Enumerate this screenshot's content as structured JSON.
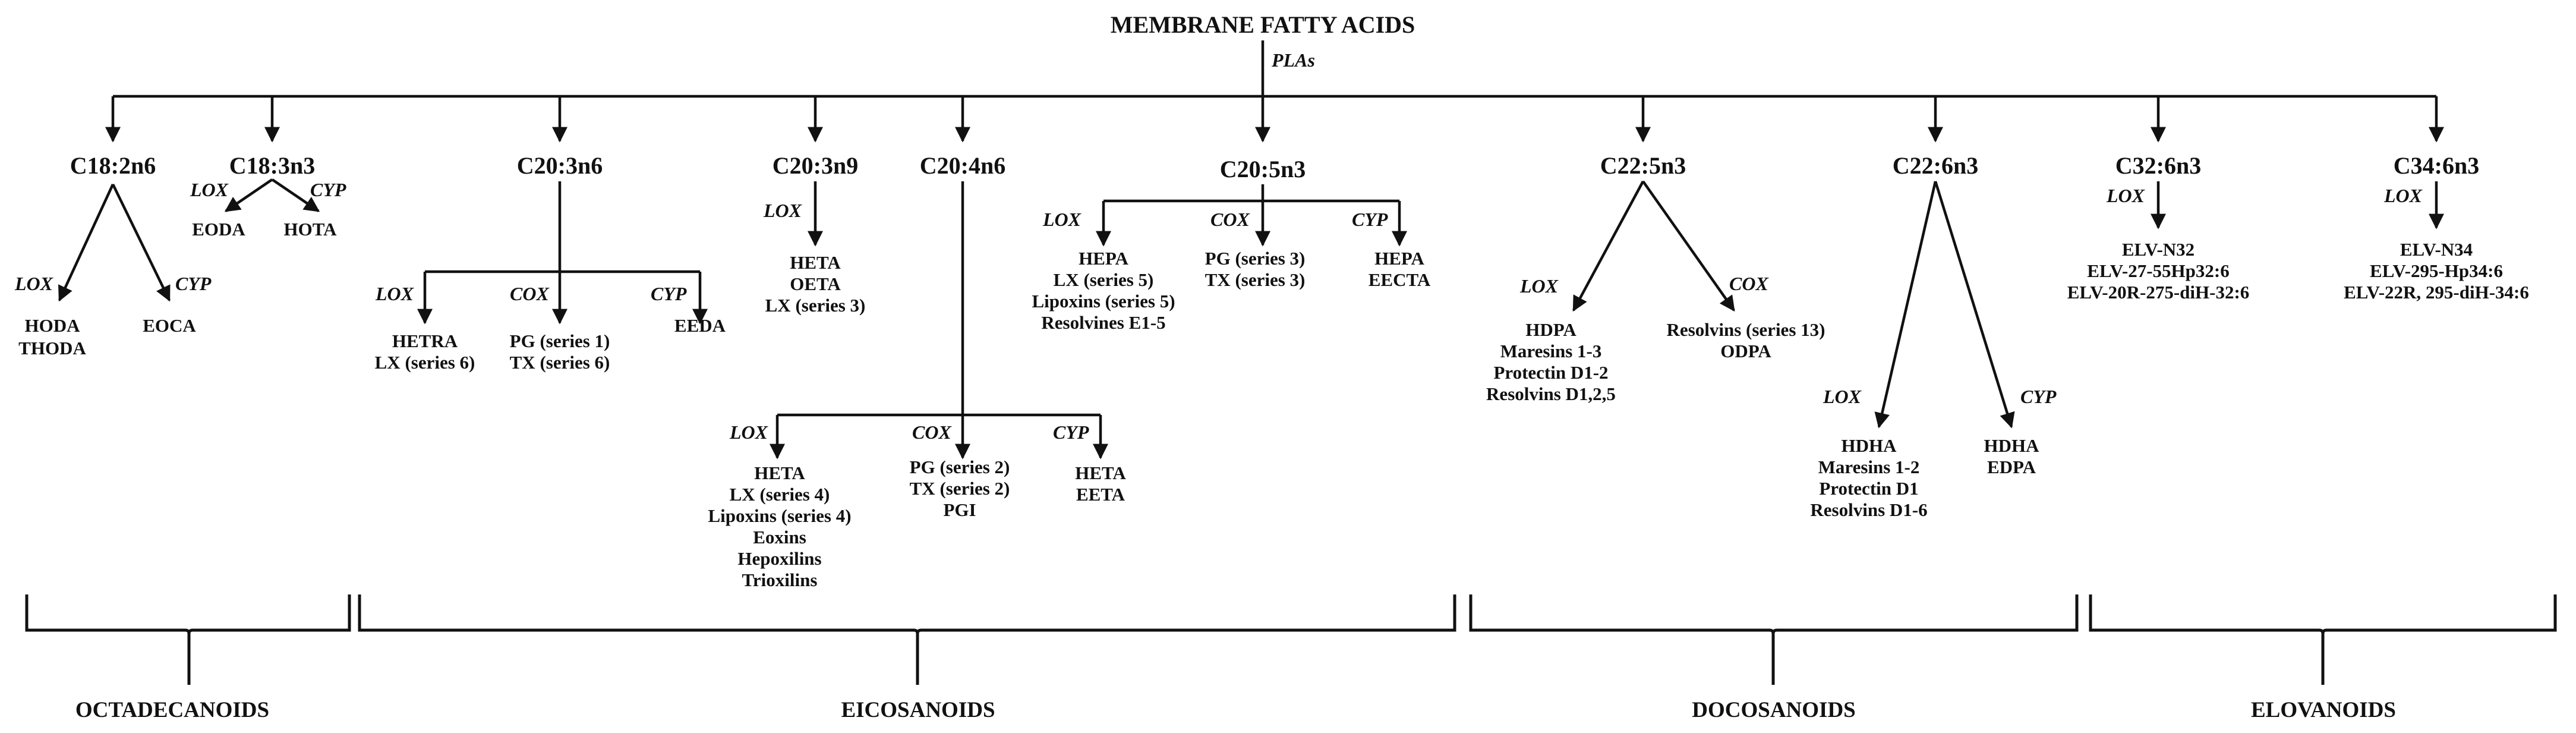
{
  "title": "MEMBRANE FATTY ACIDS",
  "root_enzyme": "PLAs",
  "nodes": {
    "c18_2n6": {
      "name": "C18:2n6",
      "branches": [
        {
          "enzyme": "LOX",
          "products": [
            "HODA",
            "THODA"
          ]
        },
        {
          "enzyme": "CYP",
          "products": [
            "EOCA"
          ]
        }
      ]
    },
    "c18_3n3": {
      "name": "C18:3n3",
      "branches": [
        {
          "enzyme": "LOX",
          "products": [
            "EODA"
          ]
        },
        {
          "enzyme": "CYP",
          "products": [
            "HOTA"
          ]
        }
      ]
    },
    "c20_3n6": {
      "name": "C20:3n6",
      "branches": [
        {
          "enzyme": "LOX",
          "products": [
            "HETRA",
            "LX (series 6)"
          ]
        },
        {
          "enzyme": "COX",
          "products": [
            "PG (series 1)",
            "TX (series 6)"
          ]
        },
        {
          "enzyme": "CYP",
          "products": [
            "EEDA"
          ]
        }
      ]
    },
    "c20_3n9": {
      "name": "C20:3n9",
      "branches": [
        {
          "enzyme": "LOX",
          "products": [
            "HETA",
            "OETA",
            "LX (series 3)"
          ]
        }
      ]
    },
    "c20_4n6": {
      "name": "C20:4n6",
      "branches": [
        {
          "enzyme": "LOX",
          "products": [
            "HETA",
            "LX (series 4)",
            "Lipoxins (series 4)",
            "Eoxins",
            "Hepoxilins",
            "Trioxilins"
          ]
        },
        {
          "enzyme": "COX",
          "products": [
            "PG (series 2)",
            "TX (series 2)",
            "PGI"
          ]
        },
        {
          "enzyme": "CYP",
          "products": [
            "HETA",
            "EETA"
          ]
        }
      ]
    },
    "c20_5n3": {
      "name": "C20:5n3",
      "branches": [
        {
          "enzyme": "LOX",
          "products": [
            "HEPA",
            "LX (series 5)",
            "Lipoxins (series 5)",
            "Resolvines E1-5"
          ]
        },
        {
          "enzyme": "COX",
          "products": [
            "PG (series 3)",
            "TX (series 3)"
          ]
        },
        {
          "enzyme": "CYP",
          "products": [
            "HEPA",
            "EECTA"
          ]
        }
      ]
    },
    "c22_5n3": {
      "name": "C22:5n3",
      "branches": [
        {
          "enzyme": "LOX",
          "products": [
            "HDPA",
            "Maresins 1-3",
            "Protectin D1-2",
            "Resolvins D1,2,5"
          ]
        },
        {
          "enzyme": "COX",
          "products": [
            "Resolvins (series 13)",
            "ODPA"
          ]
        }
      ]
    },
    "c22_6n3": {
      "name": "C22:6n3",
      "branches": [
        {
          "enzyme": "LOX",
          "products": [
            "HDHA",
            "Maresins 1-2",
            "Protectin D1",
            "Resolvins D1-6"
          ]
        },
        {
          "enzyme": "CYP",
          "products": [
            "HDHA",
            "EDPA"
          ]
        }
      ]
    },
    "c32_6n3": {
      "name": "C32:6n3",
      "branches": [
        {
          "enzyme": "LOX",
          "products": [
            "ELV-N32",
            "ELV-27-55Hp32:6",
            "ELV-20R-275-diH-32:6"
          ]
        }
      ]
    },
    "c34_6n3": {
      "name": "C34:6n3",
      "branches": [
        {
          "enzyme": "LOX",
          "products": [
            "ELV-N34",
            "ELV-295-Hp34:6",
            "ELV-22R, 295-diH-34:6"
          ]
        }
      ]
    }
  },
  "groups": [
    "OCTADECANOIDS",
    "EICOSANOIDS",
    "DOCOSANOIDS",
    "ELOVANOIDS"
  ]
}
